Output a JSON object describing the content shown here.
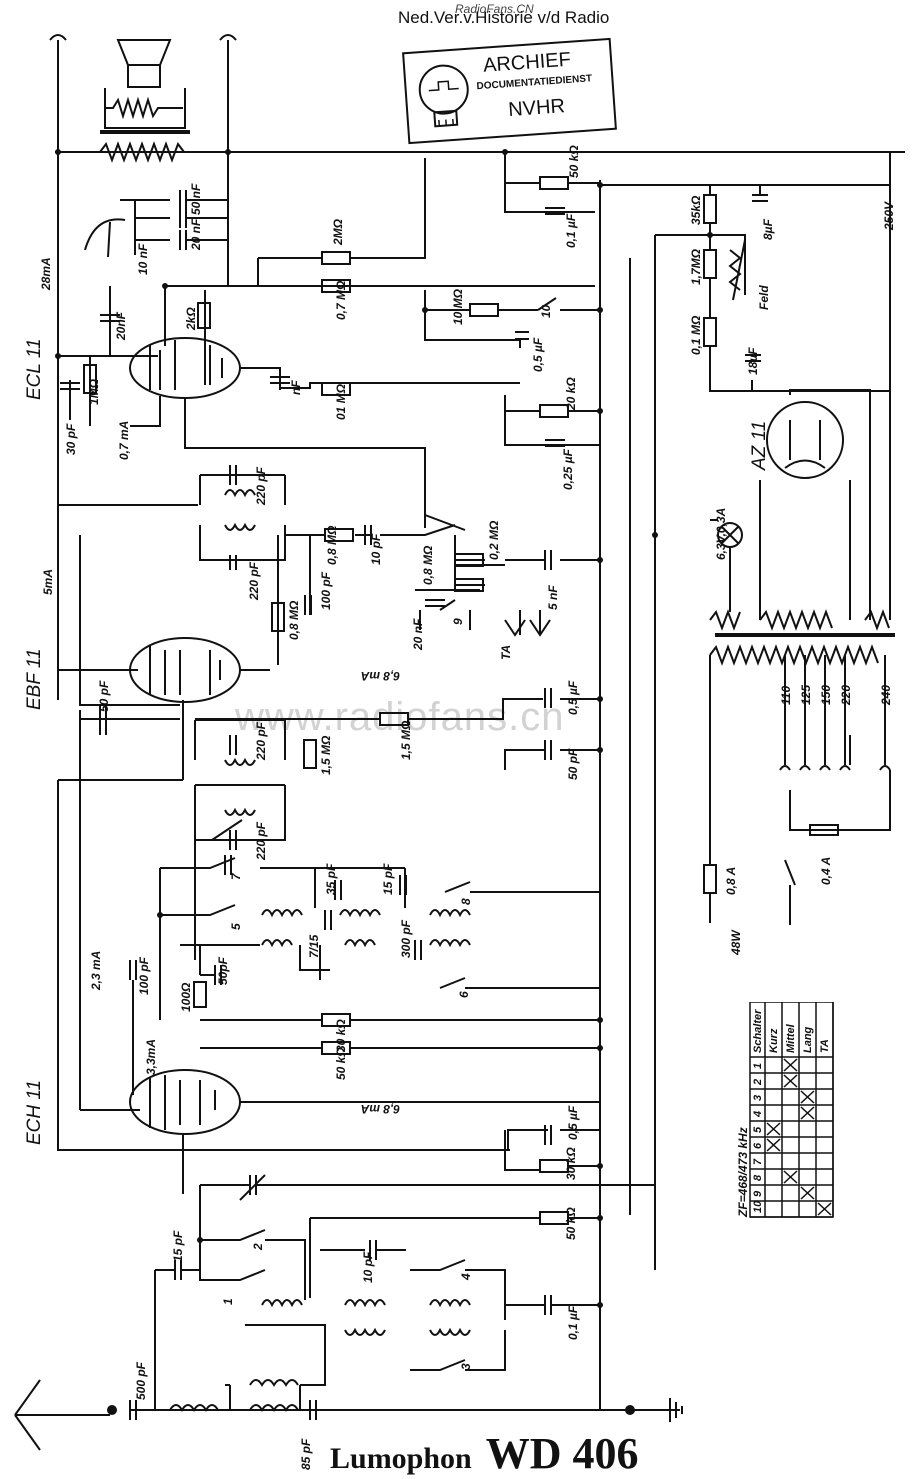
{
  "header": {
    "watermark": "RadioFans.CN",
    "text": "Ned.Ver.v.Historie v/d Radio"
  },
  "stamp": {
    "line1": "ARCHIEF",
    "line2": "DOCUMENTATIEDIENST",
    "line3": "NVHR"
  },
  "watermark_mid": "www.radiofans.cn",
  "footer": {
    "brand": "Lumophon",
    "model": "WD 406"
  },
  "tubes": {
    "ecl": "ECL 11",
    "ebf": "EBF 11",
    "ech": "ECH 11",
    "az": "AZ 11"
  },
  "labels": {
    "ma28": "28mA",
    "ma07": "0,7 mA",
    "ma5": "5mA",
    "ma68a": "6,8 mA",
    "ma68b": "6,8 mA",
    "ma23": "2,3 mA",
    "ma33": "3,3mA",
    "c50n": "50 nF",
    "c20n": "20 nF",
    "c10n": "10 nF",
    "c20nF": "20nF",
    "c30p": "30 pF",
    "r1M": "1MΩ",
    "r2k": "2kΩ",
    "cnF": "nF",
    "r2M": "2MΩ",
    "r07M": "0,7 MΩ",
    "r01M": "01 MΩ",
    "r10M": "10 MΩ",
    "c05": "0,5 µF",
    "r50k": "50 kΩ",
    "c01": "0,1 µF",
    "r20k": "20 kΩ",
    "c025": "0,25 µF",
    "r35k": "35kΩ",
    "r17M": "1,7MΩ",
    "r01M2": "0,1 MΩ",
    "c8": "8µF",
    "c18": "18µF",
    "v250": "250V",
    "feld": "Feld",
    "lamp": "6,3V,0,3A",
    "c220a": "220 pF",
    "c220b": "220 pF",
    "r08M": "0,8 MΩ",
    "c100p": "100 pF",
    "r08Ma": "0,8 MΩ",
    "c10p": "10 pF",
    "r08Mp": "0,8 MΩ",
    "r02M": "0,2 MΩ",
    "c5n": "5 nF",
    "c20n2": "20 nF",
    "ta": "TA",
    "c50p": "50 pF",
    "r15M": "1,5 MΩ",
    "r15M2": "1,5 MΩ",
    "c05b": "0,5 µF",
    "c50pb": "50 pF",
    "c220c": "220 pF",
    "c220d": "220 pF",
    "c35": "35 pF",
    "c15": "15 pF",
    "c715": "7/15",
    "c300": "300 pF",
    "c100pb": "100 pF",
    "r100": "100Ω",
    "c50pc": "50pF",
    "r30k": "30 kΩ",
    "r50k2": "50 kΩ",
    "c05c": "0,5 µF",
    "r30k2": "30 kΩ",
    "r50k3": "50 kΩ",
    "c15p": "15 pF",
    "c10p2": "10 pF",
    "c01b": "0,1 µF",
    "c500p": "500 pF",
    "c85p": "85 pF",
    "v110": "110",
    "v125": "125",
    "v150": "150",
    "v220": "220",
    "v240": "240",
    "f08": "0,8 A",
    "f04": "0,4 A",
    "w48": "48W",
    "sw1": "1",
    "sw2": "2",
    "sw3": "3",
    "sw4": "4",
    "sw5": "5",
    "sw6": "6",
    "sw7": "7",
    "sw8": "8",
    "sw9": "9",
    "sw10": "10",
    "sw10b": "10"
  },
  "switch_table": {
    "zf_label": "ZF=468/473 kHz",
    "header_label": "Schalter",
    "columns": [
      "1",
      "2",
      "3",
      "4",
      "5",
      "6",
      "7",
      "8",
      "9",
      "10"
    ],
    "rows": [
      {
        "label": "Kurz",
        "marks": [
          5,
          6
        ]
      },
      {
        "label": "Mittel",
        "marks": [
          1,
          2,
          8
        ]
      },
      {
        "label": "Lang",
        "marks": [
          3,
          4,
          9
        ]
      },
      {
        "label": "TA",
        "marks": [
          10
        ]
      }
    ]
  }
}
